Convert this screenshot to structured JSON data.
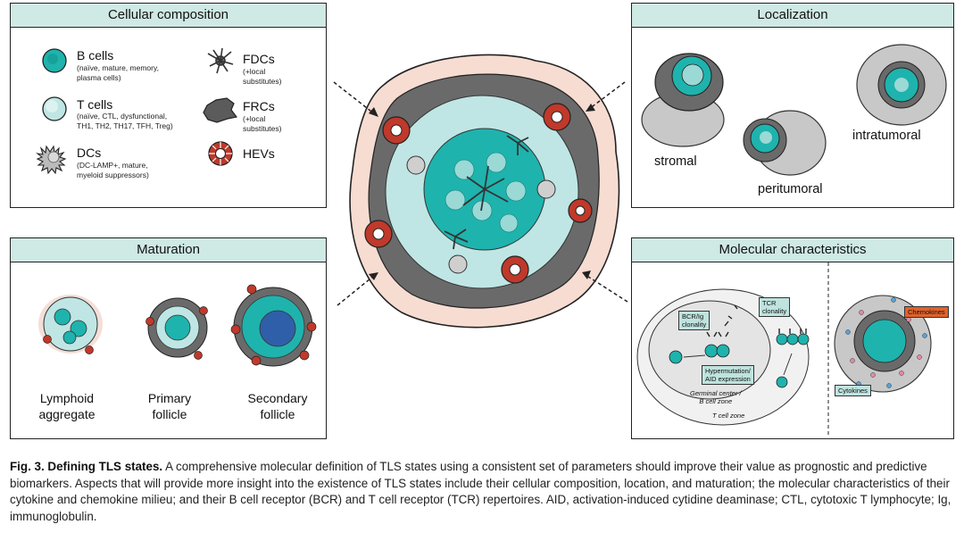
{
  "panels": {
    "composition": {
      "title": "Cellular composition",
      "items": [
        {
          "name": "B cells",
          "detail": "(naïve, mature, memory,\nplasma cells)"
        },
        {
          "name": "T cells",
          "detail": "(naïve, CTL, dysfunctional,\nTH1, TH2, TH17, TFH, Treg)"
        },
        {
          "name": "DCs",
          "detail": "(DC-LAMP+, mature,\nmyeloid suppressors)"
        },
        {
          "name": "FDCs",
          "detail": "(+local\nsubstitutes)"
        },
        {
          "name": "FRCs",
          "detail": "(+local\nsubstitutes)"
        },
        {
          "name": "HEVs",
          "detail": ""
        }
      ]
    },
    "localization": {
      "title": "Localization",
      "labels": [
        "stromal",
        "peritumoral",
        "intratumoral"
      ]
    },
    "maturation": {
      "title": "Maturation",
      "stages": [
        "Lymphoid\naggregate",
        "Primary\nfollicle",
        "Secondary\nfollicle"
      ]
    },
    "molecular": {
      "title": "Molecular characteristics",
      "bcr": "BCR/Ig\nclonality",
      "tcr": "TCR\nclonality",
      "hyper": "Hypermutation/\nAID expression",
      "gc": "Germinal center /\nB cell zone",
      "tzone": "T cell zone",
      "chemokines": "Chemokines",
      "cytokines": "Cytokines"
    }
  },
  "caption": {
    "label": "Fig. 3. Defining TLS states.",
    "text": " A comprehensive molecular definition of TLS states using a consistent set of parameters should improve their value as prognostic and predictive biomarkers. Aspects that will provide more insight into the existence of TLS states include their cellular composition, location, and maturation; the molecular characteristics of their cytokine and chemokine milieu; and their B cell receptor (BCR) and T cell receptor (TCR) repertoires. AID, activation-induced cytidine deaminase; CTL, cytotoxic T lymphocyte; Ig, immunoglobulin."
  },
  "colors": {
    "bcell": "#1fb3ad",
    "tcell": "#bfe6e4",
    "frc": "#5b5b5b",
    "hev": "#c0392b",
    "header": "#cfe9e4",
    "halo": "#f7dcd2",
    "chemokines": "#e0622c",
    "cytokines": "#bfe3df"
  }
}
